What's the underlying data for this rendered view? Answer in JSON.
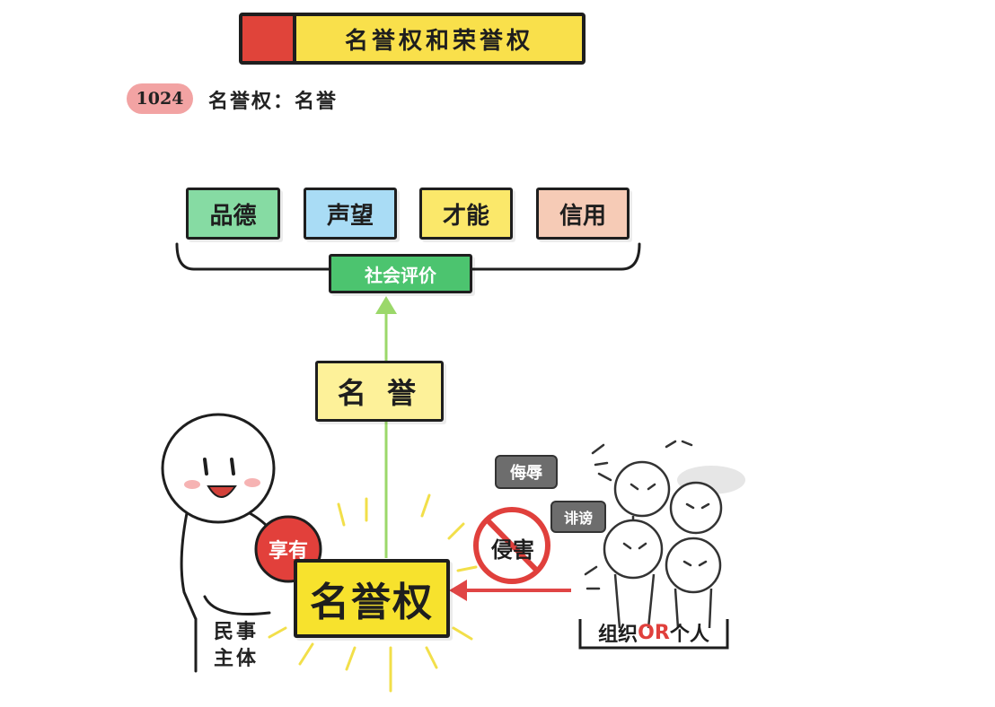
{
  "title": "名誉权和荣誉权",
  "article": {
    "number": "1024",
    "text": "名誉权：名誉"
  },
  "qualities": [
    "品德",
    "声望",
    "才能",
    "信用"
  ],
  "social_evaluation": "社会评价",
  "reputation": "名 誉",
  "right": "名誉权",
  "enjoy": "享有",
  "subject": {
    "line1": "民事",
    "line2": "主体"
  },
  "infringe": "侵害",
  "insult": "侮辱",
  "slander": "诽谤",
  "actors": {
    "part1": "组织",
    "part2": "OR",
    "part3": "个人"
  },
  "colors": {
    "banner_red": "#e0443a",
    "banner_yellow": "#f9e04b",
    "arrow_green": "#9bd86a",
    "arrow_red": "#e04545",
    "social_green": "#4cc46f",
    "right_yellow": "#f7e22d"
  }
}
